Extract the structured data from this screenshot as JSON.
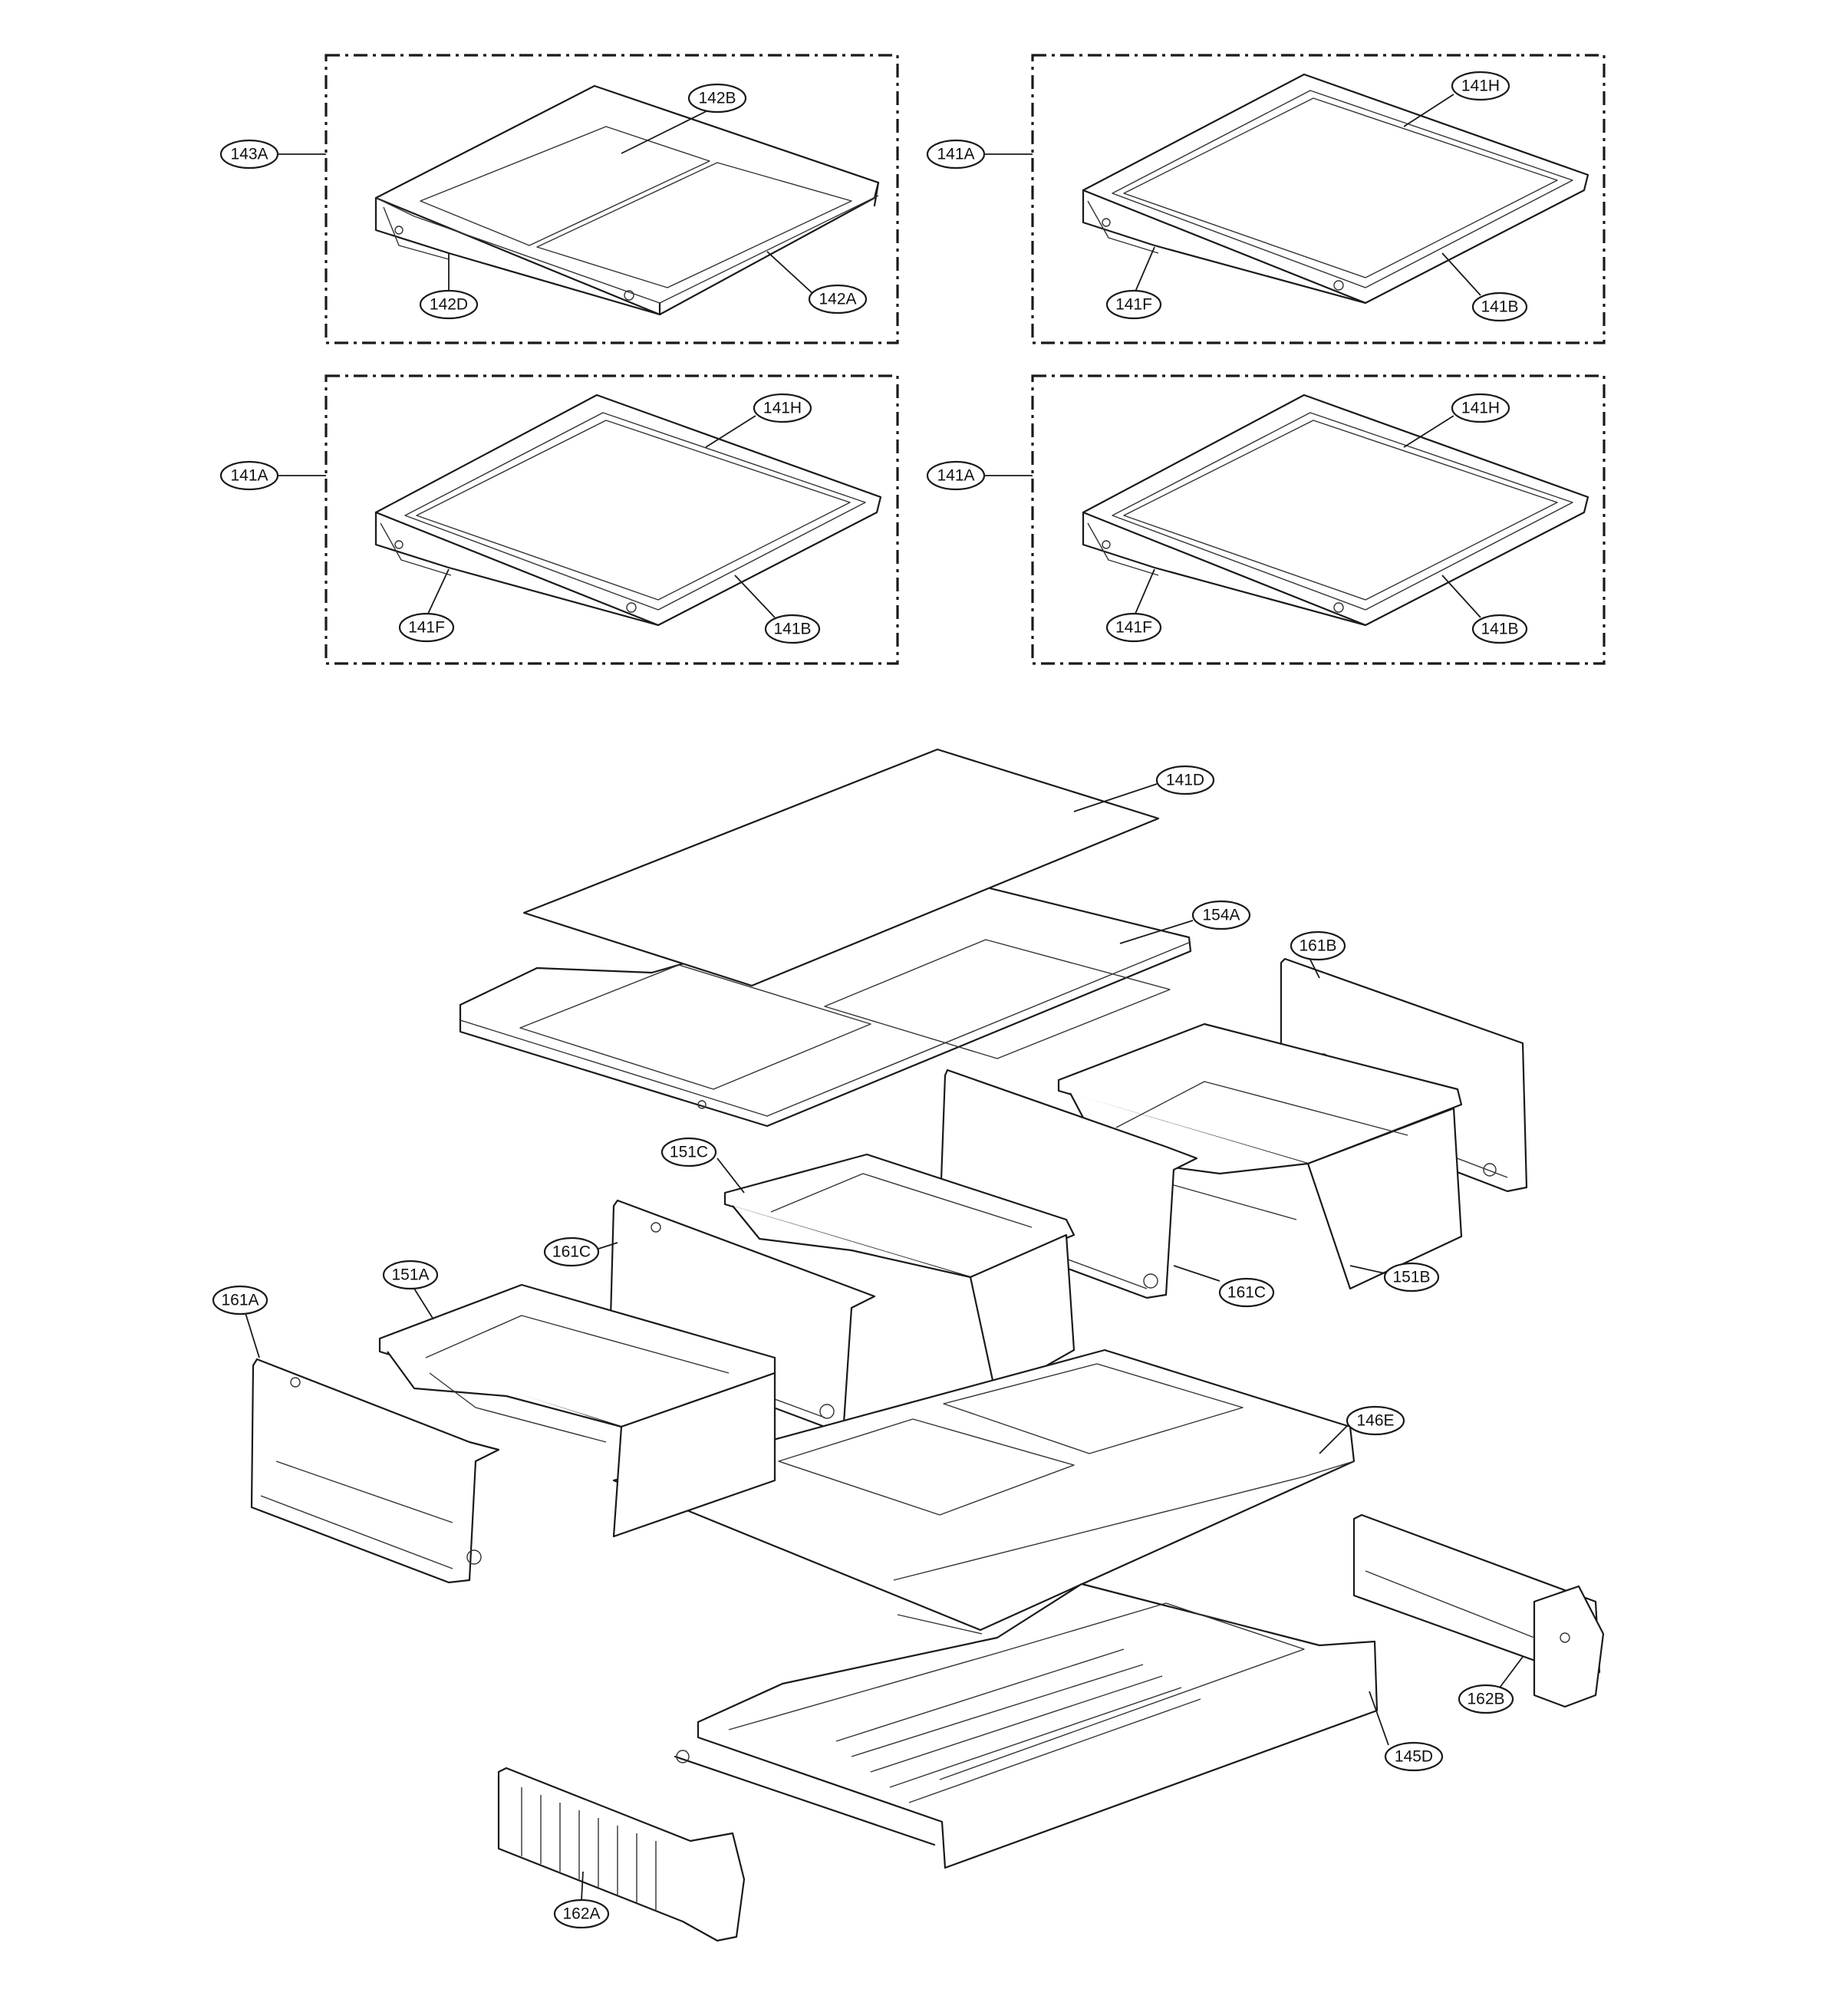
{
  "diagram": {
    "groups": {
      "top_left": "143A",
      "top_right": "141A",
      "middle_left": "141A",
      "middle_right": "141A"
    },
    "callouts": {
      "top_left": {
        "assembly": "143A",
        "glass_left": "142B",
        "glass_right": "142A",
        "bracket": "142D"
      },
      "top_right": {
        "assembly": "141A",
        "trim": "141H",
        "bracket": "141F",
        "frame": "141B"
      },
      "middle_left": {
        "assembly": "141A",
        "trim": "141H",
        "bracket": "141F",
        "frame": "141B"
      },
      "middle_right": {
        "assembly": "141A",
        "trim": "141H",
        "bracket": "141F",
        "frame": "141B"
      },
      "lower": {
        "cover_glass": "141D",
        "crisper_cover": "154A",
        "divider_right_outer": "161B",
        "drawer_center": "151C",
        "divider_center_left": "161C",
        "divider_center_right": "161C",
        "drawer_right": "151B",
        "drawer_left": "151A",
        "divider_left_outer": "161A",
        "shelf_base": "146E",
        "rail_right": "162B",
        "pantry_drawer": "145D",
        "rail_left": "162A"
      }
    }
  }
}
